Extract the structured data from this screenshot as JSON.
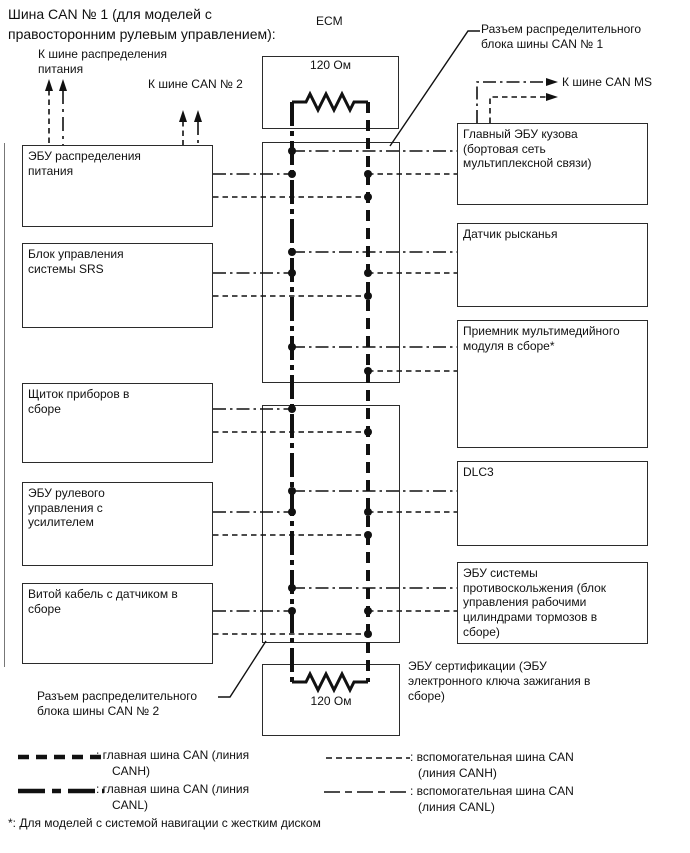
{
  "title": "Шина CAN № 1 (для моделей с\nправосторонним рулевым управлением):",
  "labels": {
    "ecm": "ECM",
    "resistor_top": "120 Ом",
    "resistor_bottom": "120 Ом",
    "to_power_bus": "К шине распределения\nпитания",
    "to_can2": "К шине CAN № 2",
    "to_can_ms": "К шине CAN MS",
    "connector_can1": "Разъем распределительного\nблока шины CAN № 1",
    "connector_can2": "Разъем распределительного\nблока шины CAN № 2",
    "cert_ecu": "ЭБУ сертификации (ЭБУ\nэлектронного ключа зажигания в\nсборе)"
  },
  "left_boxes": [
    {
      "label": "ЭБУ распределения\nпитания"
    },
    {
      "label": "Блок управления\nсистемы SRS"
    },
    {
      "label": "Щиток приборов в\nсборе"
    },
    {
      "label": "ЭБУ рулевого\nуправления с\nусилителем"
    },
    {
      "label": "Витой кабель с датчиком в\nсборе"
    }
  ],
  "right_boxes": [
    {
      "label": "Главный ЭБУ кузова\n(бортовая сеть\nмультиплексной связи)"
    },
    {
      "label": "Датчик рысканья"
    },
    {
      "label": "Приемник мультимедийного\nмодуля в сборе*"
    },
    {
      "label": "DLC3"
    },
    {
      "label": "ЭБУ системы\nпротивоскольжения (блок\nуправления рабочими\nцилиндрами тормозов в\nсборе)"
    }
  ],
  "legend": {
    "items": [
      {
        "style": "bold-dashed",
        "label": ": главная шина CAN (линия\nCANH)"
      },
      {
        "style": "bold-dashdot",
        "label": ": главная шина CAN (линия\nCANL)"
      },
      {
        "style": "thin-dashed",
        "label": ": вспомогательная шина CAN\n(линия CANH)"
      },
      {
        "style": "thin-dashdot",
        "label": ": вспомогательная шина CAN\n(линия CANL)"
      }
    ],
    "footnote": "*: Для моделей с системой навигации с жестким диском"
  },
  "colors": {
    "ink": "#111111",
    "background": "#ffffff"
  }
}
